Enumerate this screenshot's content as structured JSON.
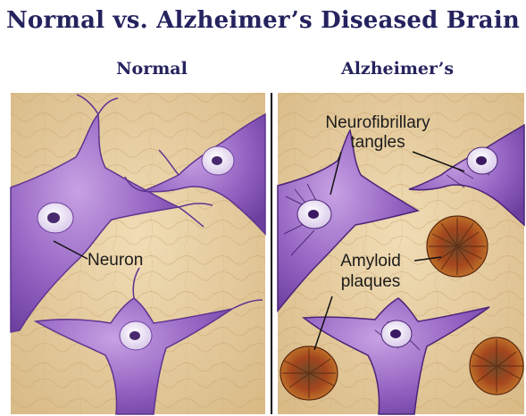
{
  "title": "Normal vs. Alzheimer’s Diseased Brain",
  "panels": {
    "normal": {
      "heading": "Normal",
      "labels": {
        "neuron": "Neuron"
      }
    },
    "alzheimers": {
      "heading": "Alzheimer’s",
      "labels": {
        "tangles_line1": "Neurofibrillary",
        "tangles_line2": "tangles",
        "plaques_line1": "Amyloid",
        "plaques_line2": "plaques"
      }
    }
  },
  "colors": {
    "title": "#25235e",
    "tissue": "#e6ceA1",
    "neuron": "#8d5ab8",
    "neuron_dark": "#5e3590",
    "plaque": "#8a3b1a",
    "divider": "#000000"
  }
}
